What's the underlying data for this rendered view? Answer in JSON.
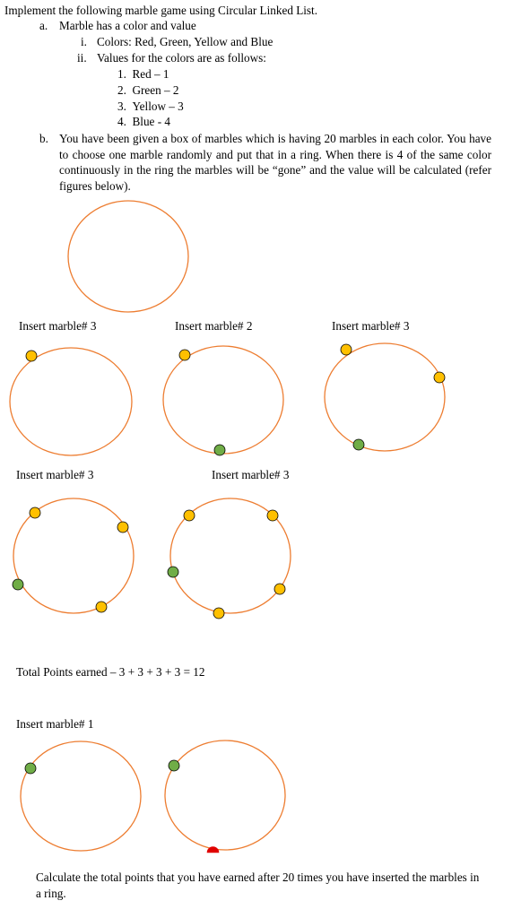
{
  "intro": "Implement the following marble game using Circular Linked List.",
  "section_a": {
    "marker": "a.",
    "text": "Marble has a color and value",
    "i_marker": "i.",
    "i_text": "Colors: Red, Green, Yellow and Blue",
    "ii_marker": "ii.",
    "ii_text": "Values for the colors are as follows:",
    "values": [
      "1.  Red – 1",
      "2.  Green – 2",
      "3.  Yellow – 3",
      "4.  Blue - 4"
    ]
  },
  "section_b": {
    "marker": "b.",
    "text": "You have been given a box of marbles which is having 20 marbles in each color. You have to choose one marble randomly and put that in a ring. When there is 4 of the same color continuously in the ring the marbles will be “gone” and the value will be calculated (refer figures below)."
  },
  "labels": {
    "r1a": "Insert marble# 3",
    "r1b": "Insert marble# 2",
    "r1c": "Insert marble# 3",
    "r2a": "Insert marble# 3",
    "r2b": "Insert marble# 3",
    "total": "Total Points earned – 3 + 3 + 3 + 3 = 12",
    "r3a": "Insert marble# 1"
  },
  "conclusion": "Calculate the total points that you have earned after 20 times you have inserted the marbles in a ring.",
  "colors": {
    "ring": "#ED7D31",
    "yellow": "#FFC000",
    "green": "#70AD47",
    "red": "#E00000",
    "outline": "#000000"
  }
}
